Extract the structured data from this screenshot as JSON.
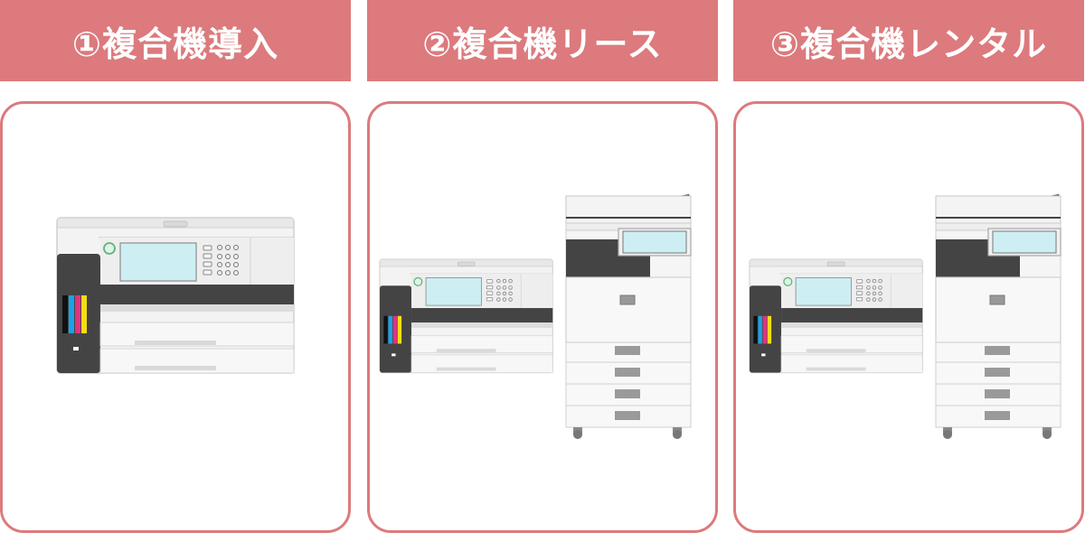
{
  "colors": {
    "header_bg": "#dc7a7d",
    "card_border": "#dc7a7d",
    "header_text": "#ffffff"
  },
  "columns": [
    {
      "title": "①複合機導入",
      "illustration": [
        "desktop-multifunction-printer-icon"
      ]
    },
    {
      "title": "②複合機リース",
      "illustration": [
        "desktop-multifunction-printer-icon",
        "office-copier-icon"
      ]
    },
    {
      "title": "③複合機レンタル",
      "illustration": [
        "desktop-multifunction-printer-icon",
        "office-copier-icon"
      ]
    }
  ]
}
